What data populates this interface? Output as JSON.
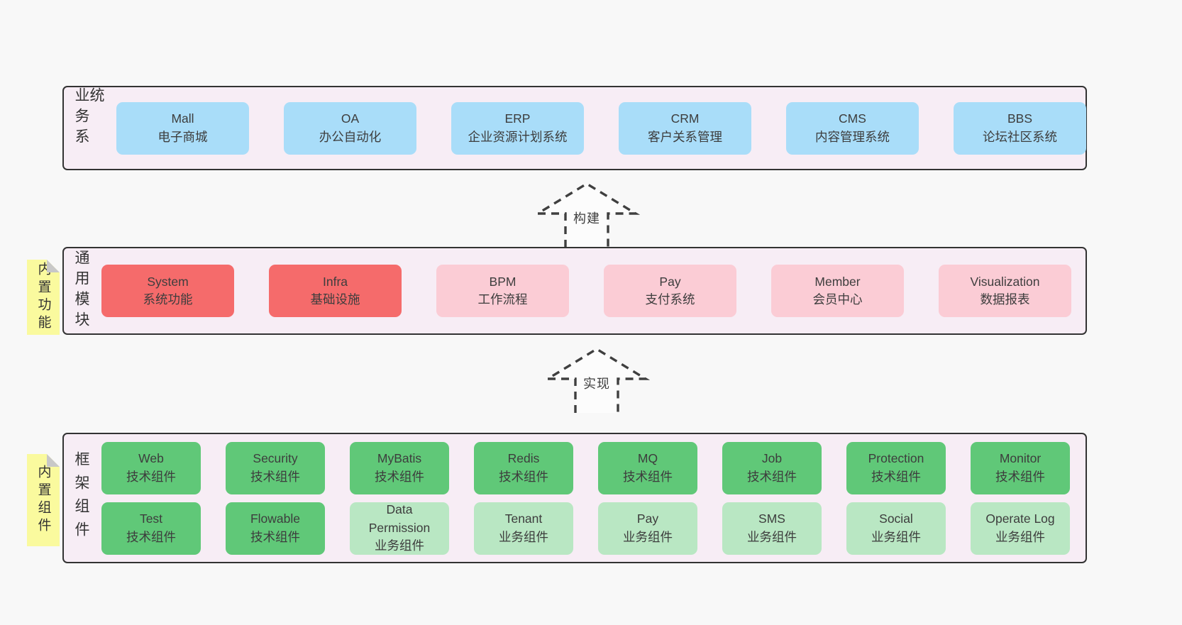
{
  "colors": {
    "page_bg": "#f8f8f8",
    "band_bg": "#f7edf5",
    "band_border": "#333333",
    "blue_box": "#a9ddf9",
    "red_box": "#f56b6b",
    "pink_box": "#fbccd5",
    "green_box": "#60c878",
    "light_green_box": "#b9e7c3",
    "note_yellow": "#fafa9e",
    "note_fold_gray": "#c8c8c8",
    "text": "#3d3d3d"
  },
  "bands": [
    {
      "label": "业务系统",
      "boxes": [
        {
          "title": "Mall",
          "subtitle": "电子商城"
        },
        {
          "title": "OA",
          "subtitle": "办公自动化"
        },
        {
          "title": "ERP",
          "subtitle": "企业资源计划系统"
        },
        {
          "title": "CRM",
          "subtitle": "客户关系管理"
        },
        {
          "title": "CMS",
          "subtitle": "内容管理系统"
        },
        {
          "title": "BBS",
          "subtitle": "论坛社区系统"
        }
      ]
    },
    {
      "label": "通用模块",
      "note": "内置功能",
      "boxes": [
        {
          "title": "System",
          "subtitle": "系统功能"
        },
        {
          "title": "Infra",
          "subtitle": "基础设施"
        },
        {
          "title": "BPM",
          "subtitle": "工作流程"
        },
        {
          "title": "Pay",
          "subtitle": "支付系统"
        },
        {
          "title": "Member",
          "subtitle": "会员中心"
        },
        {
          "title": "Visualization",
          "subtitle": "数据报表"
        }
      ]
    },
    {
      "label": "框架组件",
      "note": "内置组件",
      "rows": [
        [
          {
            "title": "Web",
            "subtitle": "技术组件"
          },
          {
            "title": "Security",
            "subtitle": "技术组件"
          },
          {
            "title": "MyBatis",
            "subtitle": "技术组件"
          },
          {
            "title": "Redis",
            "subtitle": "技术组件"
          },
          {
            "title": "MQ",
            "subtitle": "技术组件"
          },
          {
            "title": "Job",
            "subtitle": "技术组件"
          },
          {
            "title": "Protection",
            "subtitle": "技术组件"
          },
          {
            "title": "Monitor",
            "subtitle": "技术组件"
          }
        ],
        [
          {
            "title": "Test",
            "subtitle": "技术组件"
          },
          {
            "title": "Flowable",
            "subtitle": "技术组件"
          },
          {
            "title": "Data Permission",
            "subtitle": "业务组件"
          },
          {
            "title": "Tenant",
            "subtitle": "业务组件"
          },
          {
            "title": "Pay",
            "subtitle": "业务组件"
          },
          {
            "title": "SMS",
            "subtitle": "业务组件"
          },
          {
            "title": "Social",
            "subtitle": "业务组件"
          },
          {
            "title": "Operate Log",
            "subtitle": "业务组件"
          }
        ]
      ]
    }
  ],
  "arrows": [
    {
      "label": "构建"
    },
    {
      "label": "实现"
    }
  ]
}
